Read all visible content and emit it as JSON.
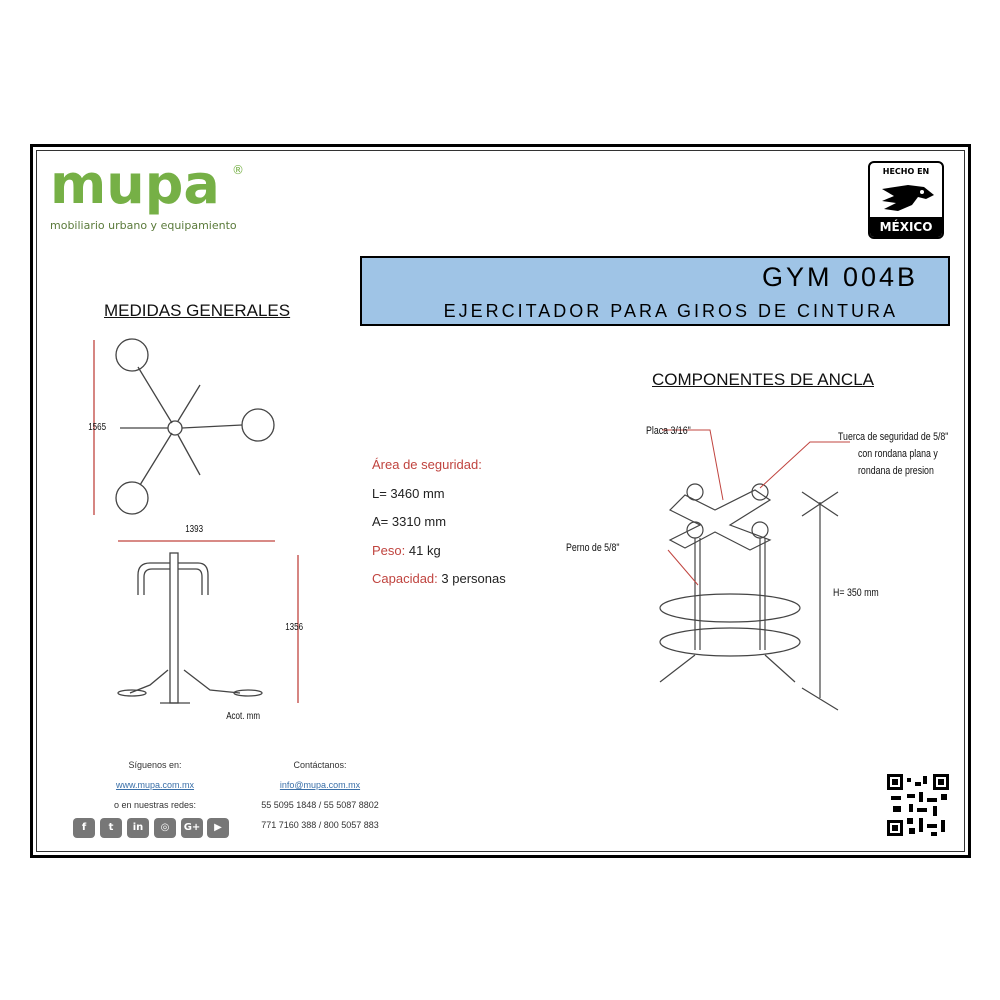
{
  "brand": {
    "name": "mupa",
    "registered": "®",
    "tagline": "mobiliario urbano y equipamiento"
  },
  "badge": {
    "line1": "HECHO EN",
    "line2": "MÉXICO"
  },
  "product": {
    "code": "GYM 004B",
    "name": "EJERCITADOR PARA GIROS DE CINTURA"
  },
  "sections": {
    "general": "MEDIDAS GENERALES",
    "anchor": "COMPONENTES DE ANCLA"
  },
  "dimensions": {
    "height_top": "1565",
    "width": "1393",
    "height_side": "1356",
    "units_note": "Acot. mm"
  },
  "specs": {
    "area_label": "Área de seguridad:",
    "length": "L= 3460 mm",
    "width": "A= 3310 mm",
    "weight_label": "Peso:",
    "weight": "41 kg",
    "capacity_label": "Capacidad:",
    "capacity": "3 personas"
  },
  "anchor": {
    "plate": "Placa 3/16\"",
    "nut_line1": "Tuerca de seguridad de 5/8\"",
    "nut_line2": "con rondana plana y",
    "nut_line3": "rondana de presion",
    "bolt": "Perno de 5/8\"",
    "height": "H= 350 mm"
  },
  "footer": {
    "follow": "Síguenos en:",
    "website": "www.mupa.com.mx",
    "networks": "o en nuestras redes:",
    "contact": "Contáctanos:",
    "email": "info@mupa.com.mx",
    "phones1": "55 5095 1848 / 55 5087 8802",
    "phones2": "771 7160 388 / 800 5057 883"
  },
  "social": [
    {
      "icon": "facebook-icon",
      "glyph": "f"
    },
    {
      "icon": "twitter-icon",
      "glyph": "t"
    },
    {
      "icon": "linkedin-icon",
      "glyph": "in"
    },
    {
      "icon": "instagram-icon",
      "glyph": "◎"
    },
    {
      "icon": "google-plus-icon",
      "glyph": "G+"
    },
    {
      "icon": "youtube-icon",
      "glyph": "▶"
    }
  ],
  "colors": {
    "brand_green": "#76b046",
    "title_bg": "#9fc4e6",
    "accent_red": "#c0443f"
  }
}
